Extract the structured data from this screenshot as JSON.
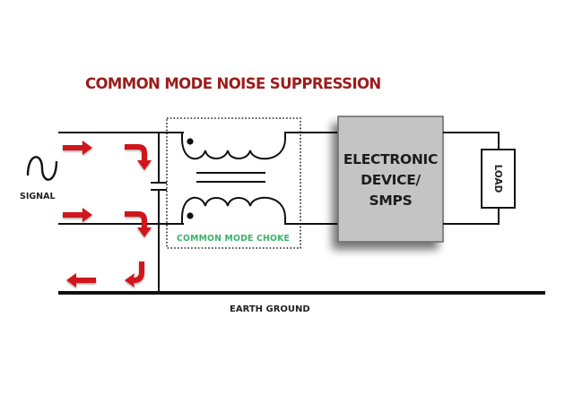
{
  "title": "COMMON MODE NOISE SUPPRESSION",
  "labels": {
    "signal": "SIGNAL",
    "common_mode_choke": "COMMON MODE CHOKE",
    "electronic_device_line1": "ELECTRONIC",
    "electronic_device_line2": "DEVICE/",
    "electronic_device_line3": "SMPS",
    "load": "LOAD",
    "earth_ground": "EARTH GROUND"
  },
  "colors": {
    "title": "#9b1c1c",
    "arrows": "#d0191b",
    "choke_label": "#3bb36a",
    "device_fill": "#c4c4c4",
    "wire": "#111111"
  },
  "icons": {
    "signal_source": "sine-wave-icon",
    "noise_current": "red-arrow-icon"
  }
}
